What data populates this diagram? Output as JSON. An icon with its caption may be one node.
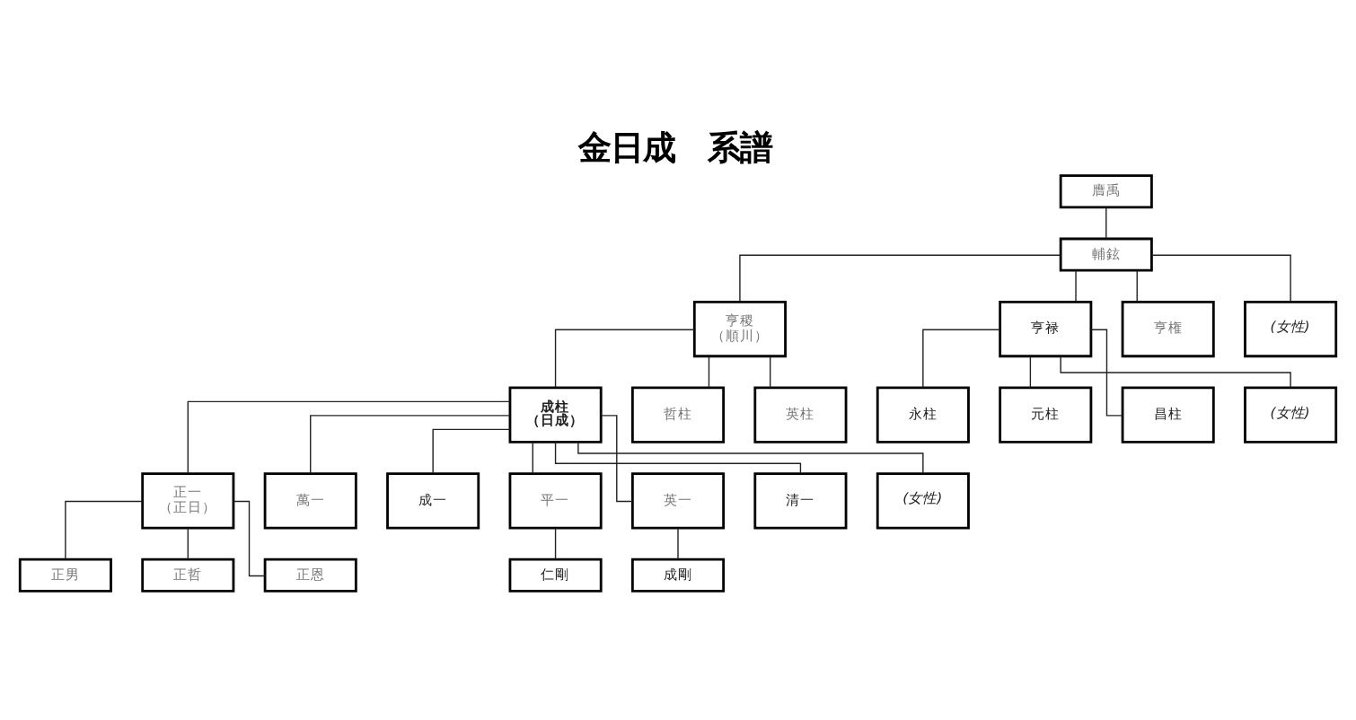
{
  "diagram": {
    "title": "金日成　系譜",
    "nodes": [
      {
        "text": [
          "膺禹"
        ]
      },
      {
        "text": [
          "輔鉉"
        ]
      },
      {
        "text": [
          "亨稷",
          "（順川）"
        ]
      },
      {
        "text": [
          "亨禄"
        ]
      },
      {
        "text": [
          "亨権"
        ]
      },
      {
        "text": [
          "(女性)"
        ]
      },
      {
        "text": [
          "成柱",
          "（日成）"
        ]
      },
      {
        "text": [
          "哲柱"
        ]
      },
      {
        "text": [
          "英柱"
        ]
      },
      {
        "text": [
          "永柱"
        ]
      },
      {
        "text": [
          "元柱"
        ]
      },
      {
        "text": [
          "昌柱"
        ]
      },
      {
        "text": [
          "(女性)"
        ]
      },
      {
        "text": [
          "正一",
          "（正日）"
        ]
      },
      {
        "text": [
          "萬一"
        ]
      },
      {
        "text": [
          "成一"
        ]
      },
      {
        "text": [
          "平一"
        ]
      },
      {
        "text": [
          "英一"
        ]
      },
      {
        "text": [
          "清一"
        ]
      },
      {
        "text": [
          "(女性)"
        ]
      },
      {
        "text": [
          "正男"
        ]
      },
      {
        "text": [
          "正哲"
        ]
      },
      {
        "text": [
          "正恩"
        ]
      },
      {
        "text": [
          "仁剛"
        ]
      },
      {
        "text": [
          "成剛"
        ]
      }
    ],
    "edges": [
      {
        "from": 0,
        "to": 1,
        "arrow": "none"
      },
      {
        "from": 1,
        "to": 2,
        "arrow": "none"
      },
      {
        "from": 1,
        "to": 3,
        "arrow": "none"
      },
      {
        "from": 1,
        "to": 4,
        "arrow": "none"
      },
      {
        "from": 1,
        "to": 5,
        "arrow": "none"
      },
      {
        "from": 2,
        "to": 6,
        "arrow": "none"
      },
      {
        "from": 2,
        "to": 7,
        "arrow": "none"
      },
      {
        "from": 2,
        "to": 8,
        "arrow": "none"
      },
      {
        "from": 3,
        "to": 9,
        "arrow": "none"
      },
      {
        "from": 3,
        "to": 10,
        "arrow": "none"
      },
      {
        "from": 3,
        "to": 11,
        "arrow": "none"
      },
      {
        "from": 3,
        "to": 12,
        "arrow": "none"
      },
      {
        "from": 6,
        "to": 13,
        "arrow": "none"
      },
      {
        "from": 6,
        "to": 14,
        "arrow": "none"
      },
      {
        "from": 6,
        "to": 15,
        "arrow": "none"
      },
      {
        "from": 6,
        "to": 16,
        "arrow": "none"
      },
      {
        "from": 6,
        "to": 17,
        "arrow": "none"
      },
      {
        "from": 6,
        "to": 18,
        "arrow": "none"
      },
      {
        "from": 6,
        "to": 19,
        "arrow": "none"
      },
      {
        "from": 13,
        "to": 20,
        "arrow": "none"
      },
      {
        "from": 13,
        "to": 21,
        "arrow": "none"
      },
      {
        "from": 13,
        "to": 22,
        "arrow": "none"
      },
      {
        "from": 16,
        "to": 23,
        "arrow": "none"
      },
      {
        "from": 17,
        "to": 24,
        "arrow": "none"
      }
    ]
  }
}
